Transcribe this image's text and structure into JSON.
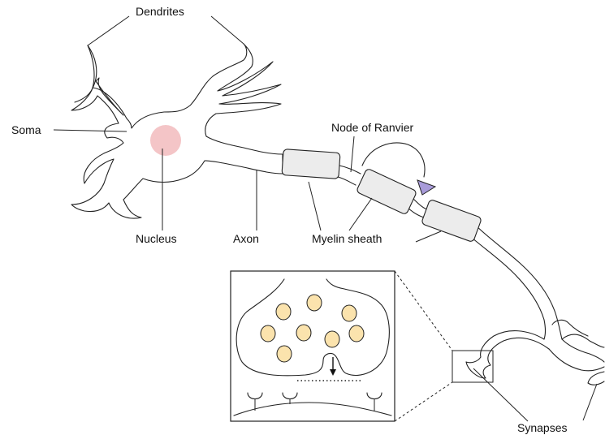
{
  "labels": {
    "dendrites": "Dendrites",
    "soma": "Soma",
    "nucleus": "Nucleus",
    "axon": "Axon",
    "node_of_ranvier": "Node of Ranvier",
    "myelin_sheath": "Myelin sheath",
    "synapses": "Synapses"
  },
  "colors": {
    "outline": "#222222",
    "nucleus": "#f4c5c7",
    "myelin": "#ececec",
    "vesicle": "#fbe3ad",
    "arrowhead": "#a89bd9"
  }
}
